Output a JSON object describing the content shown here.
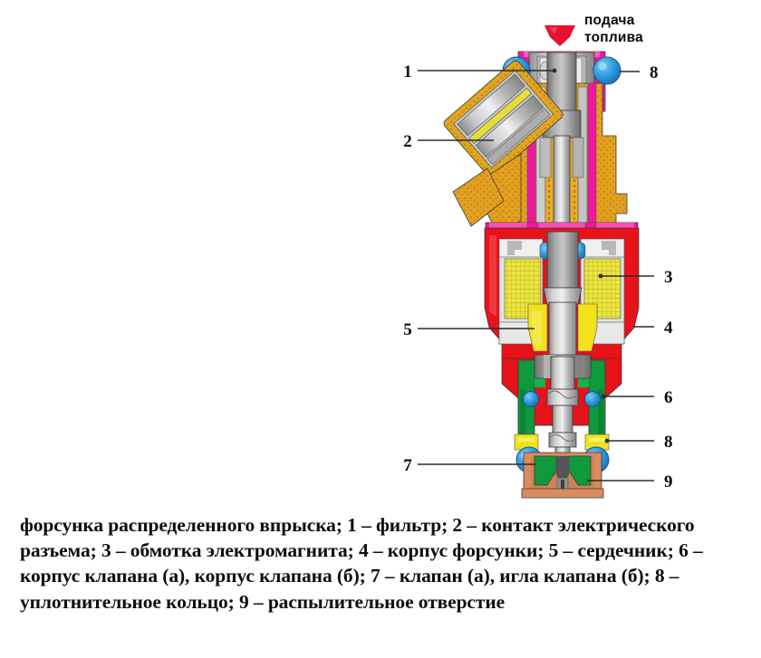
{
  "figure": {
    "header_note": {
      "line1": "подача",
      "line2": "топлива",
      "arrow_icon": "down-arrow-icon",
      "arrow_color": "#E8112D"
    },
    "callouts": [
      {
        "id": "1",
        "label": "1",
        "side": "left",
        "part": "фильтр"
      },
      {
        "id": "2",
        "label": "2",
        "side": "left",
        "part": "контакт электрического разъема"
      },
      {
        "id": "3",
        "label": "3",
        "side": "right",
        "part": "обмотка электромагнита"
      },
      {
        "id": "4",
        "label": "4",
        "side": "right",
        "part": "корпус форсунки"
      },
      {
        "id": "5",
        "label": "5",
        "side": "left",
        "part": "сердечник"
      },
      {
        "id": "6",
        "label": "6",
        "side": "right",
        "part": "корпус клапана"
      },
      {
        "id": "7",
        "label": "7",
        "side": "left",
        "part": "клапан / игла клапана"
      },
      {
        "id": "8t",
        "label": "8",
        "side": "right",
        "part": "уплотнительное кольцо"
      },
      {
        "id": "8b",
        "label": "8",
        "side": "right",
        "part": "уплотнительное кольцо"
      },
      {
        "id": "9",
        "label": "9",
        "side": "right",
        "part": "распылительное отверстие"
      }
    ],
    "colors": {
      "body_orange": "#E3A020",
      "seal_magenta": "#F0169E",
      "housing_red": "#E8121A",
      "coil_yellow": "#E8E23A",
      "valve_green": "#0E9A3C",
      "oring_blue": "#2E9BE0",
      "metal_gray": "#9C9C9C",
      "metal_light": "#D8D8D8",
      "cap_copper": "#D98C5F",
      "outline": "#3A3A3A"
    }
  },
  "caption": {
    "text": "форсунка распределенного впрыска; 1 – фильтр; 2 – контакт электрического разъема; 3 – обмотка электромагнита; 4 – корпус форсунки; 5 – сердечник; 6 – корпус клапана (а), корпус клапана (б); 7 – клапан (а), игла клапана (б); 8 – уплотнительное кольцо; 9 – распылительное отверстие"
  }
}
